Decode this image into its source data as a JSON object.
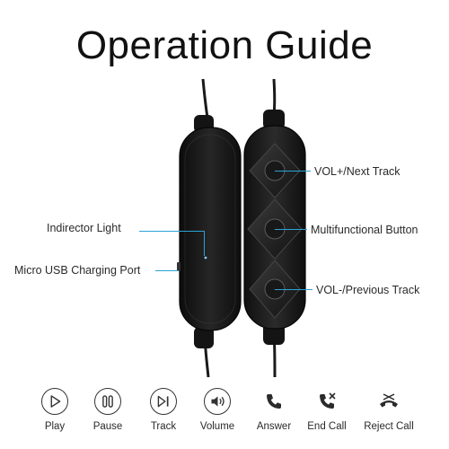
{
  "title": "Operation Guide",
  "callouts": {
    "indicator_light": "Indirector Light",
    "charging_port": "Micro USB Charging Port",
    "vol_up": "VOL+/Next Track",
    "multifunction": "Multifunctional Button",
    "vol_down": "VOL-/Previous Track"
  },
  "icons": [
    {
      "icon": "play-icon",
      "label": "Play"
    },
    {
      "icon": "pause-icon",
      "label": "Pause"
    },
    {
      "icon": "track-icon",
      "label": "Track"
    },
    {
      "icon": "volume-icon",
      "label": "Volume"
    },
    {
      "icon": "answer-icon",
      "label": "Answer"
    },
    {
      "icon": "end-call-icon",
      "label": "End Call"
    },
    {
      "icon": "reject-call-icon",
      "label": "Reject Call"
    }
  ],
  "colors": {
    "accent": "#2aa3d6",
    "device": "#1b1b1b"
  }
}
